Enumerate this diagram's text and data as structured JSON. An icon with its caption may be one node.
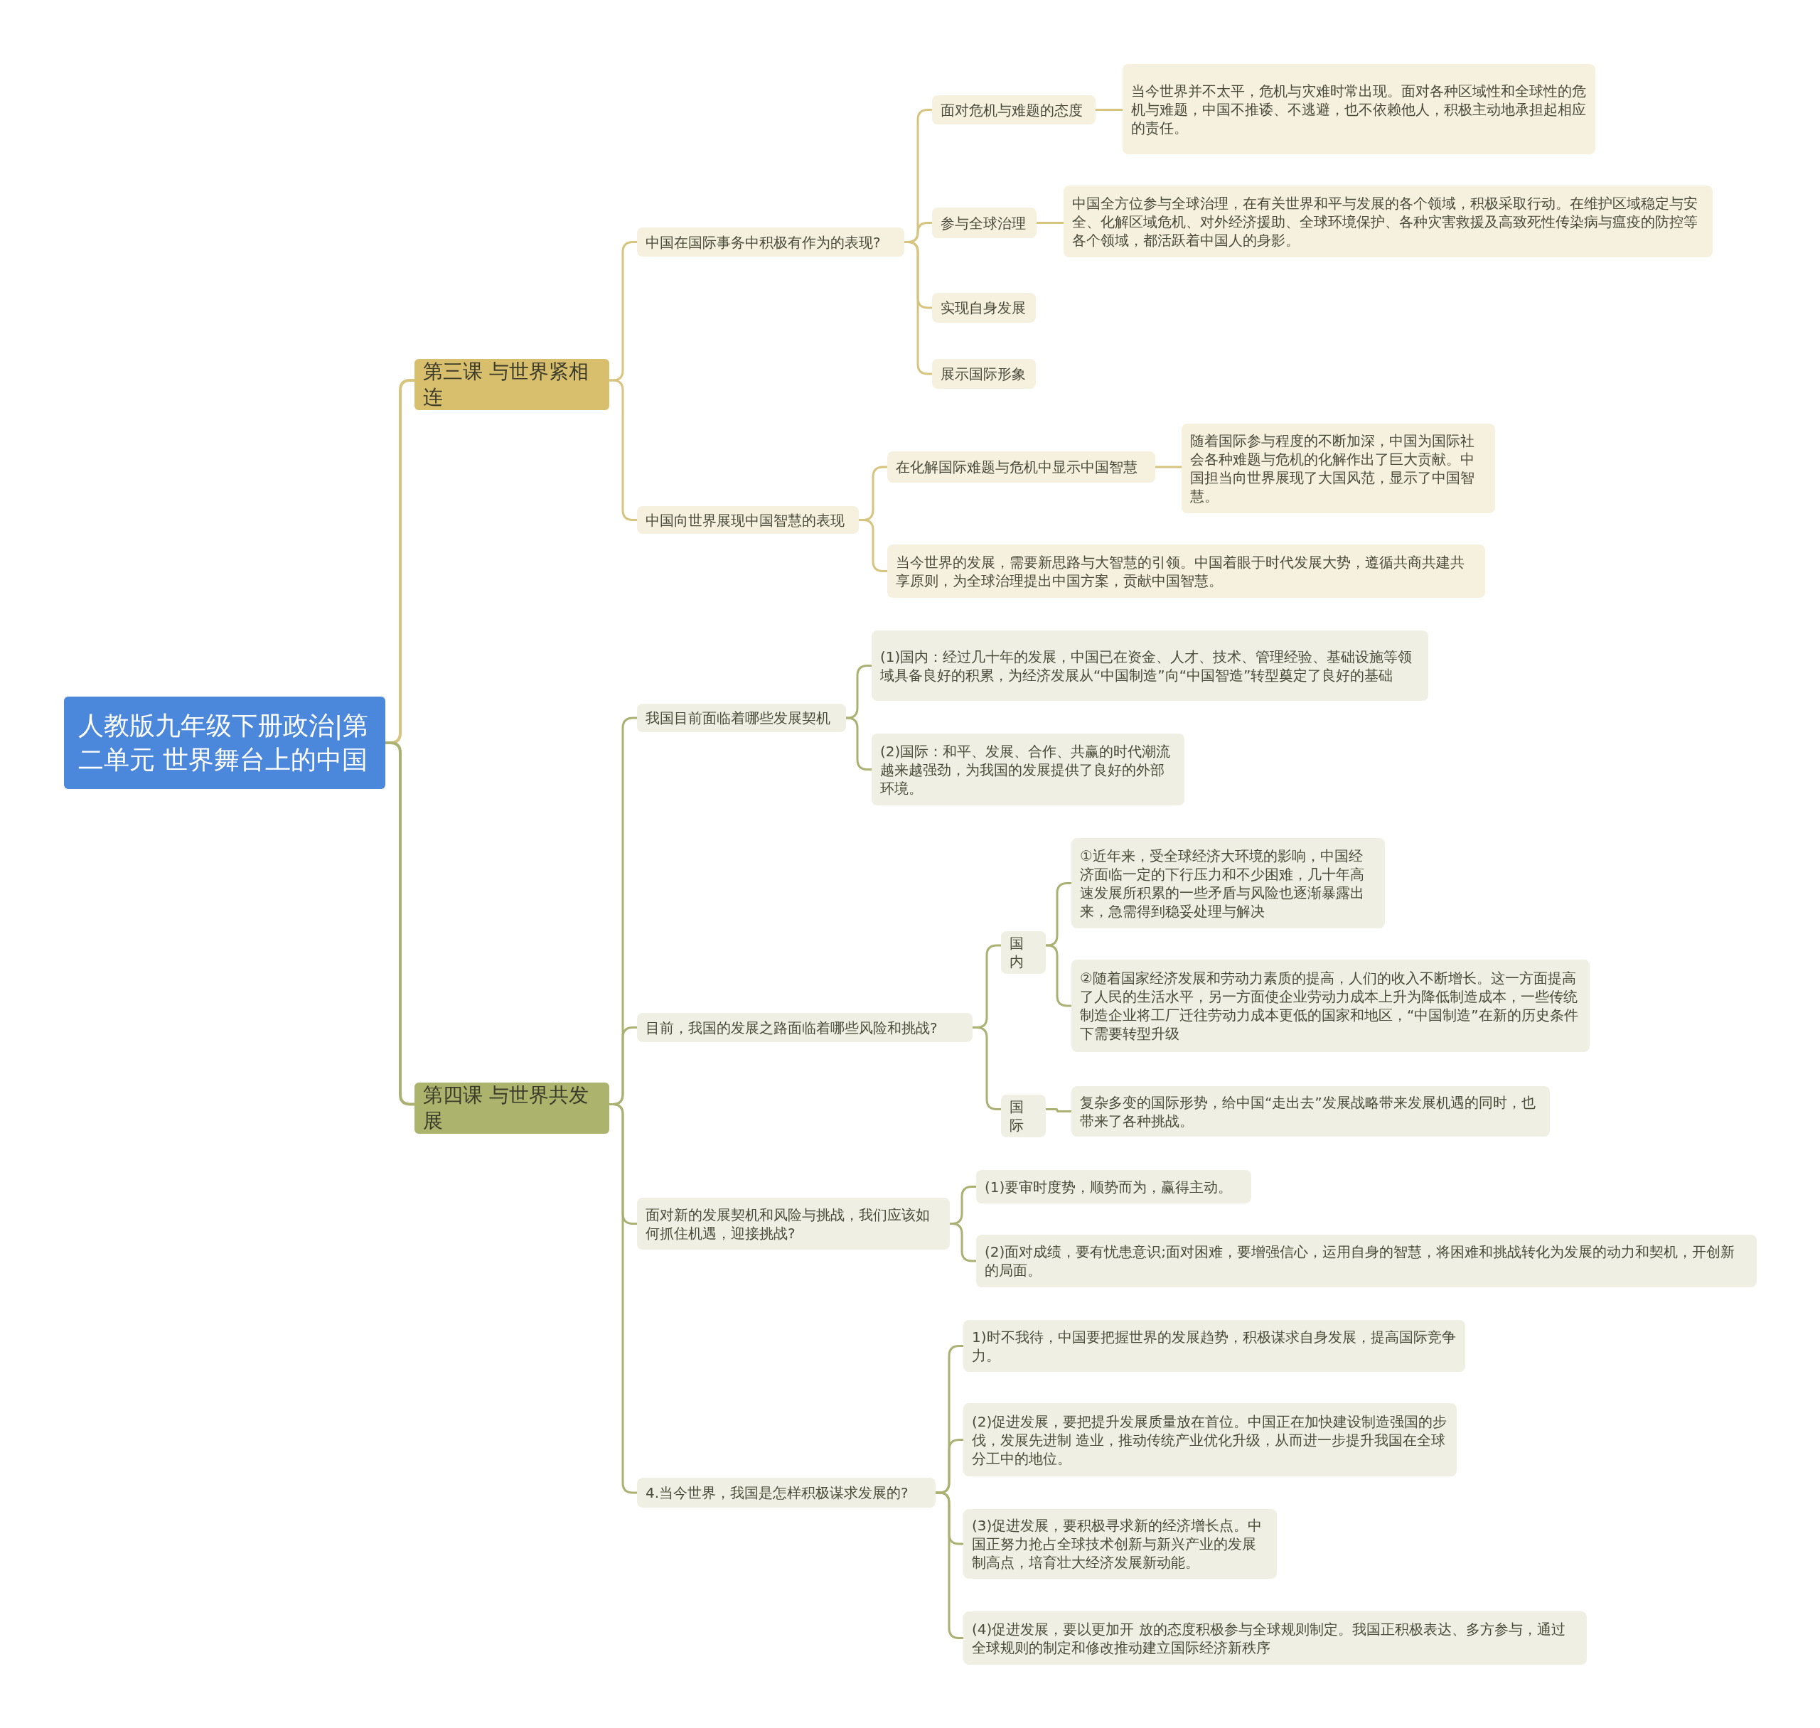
{
  "diagram": {
    "nodes": [
      {
        "text": [
          "人教版九年级下册政治|第二单元 世界舞台上的中国"
        ]
      },
      {
        "text": [
          "第三课 与世界紧相连"
        ]
      },
      {
        "text": [
          "中国在国际事务中积极有作为的表现?"
        ]
      },
      {
        "text": [
          "面对危机与难题的态度"
        ]
      },
      {
        "text": [
          "当今世界并不太平，危机与灾难时常出现。面对各种区域性和全球性的危机与难题，中国不推诿、不逃避，也不依赖他人，积极主动地承担起相应的责任。"
        ]
      },
      {
        "text": [
          "参与全球治理"
        ]
      },
      {
        "text": [
          "中国全方位参与全球治理，在有关世界和平与发展的各个领域，积极采取行动。在维护区域稳定与安全、化解区域危机、对外经济援助、全球环境保护、各种灾害救援及高致死性传染病与瘟疫的防控等各个领域，都活跃着中国人的身影。"
        ]
      },
      {
        "text": [
          "实现自身发展"
        ]
      },
      {
        "text": [
          "展示国际形象"
        ]
      },
      {
        "text": [
          "中国向世界展现中国智慧的表现"
        ]
      },
      {
        "text": [
          "在化解国际难题与危机中显示中国智慧"
        ]
      },
      {
        "text": [
          "随着国际参与程度的不断加深，中国为国际社会各种难题与危机的化解作出了巨大贡献。中国担当向世界展现了大国风范，显示了中国智慧。"
        ]
      },
      {
        "text": [
          "当今世界的发展，需要新思路与大智慧的引领。中国着眼于时代发展大势，遵循共商共建共享原则，为全球治理提出中国方案，贡献中国智慧。"
        ]
      },
      {
        "text": [
          "第四课 与世界共发展"
        ]
      },
      {
        "text": [
          "我国目前面临着哪些发展契机"
        ]
      },
      {
        "text": [
          "(1)国内：经过几十年的发展，中国已在资金、人才、技术、管理经验、基础设施等领域具备良好的积累，为经济发展从“中国制造”向“中国智造”转型奠定了良好的基础"
        ]
      },
      {
        "text": [
          "(2)国际：和平、发展、合作、共赢的时代潮流越来越强劲，为我国的发展提供了良好的外部环境。"
        ]
      },
      {
        "text": [
          "目前，我国的发展之路面临着哪些风险和挑战?"
        ]
      },
      {
        "text": [
          "国内"
        ]
      },
      {
        "text": [
          "①近年来，受全球经济大环境的影响，中国经济面临一定的下行压力和不少困难，几十年高速发展所积累的一些矛盾与风险也逐渐暴露出来，急需得到稳妥处理与解决"
        ]
      },
      {
        "text": [
          "②随着国家经济发展和劳动力素质的提高，人们的收入不断增长。这一方面提高了人民的生活水平，另一方面使企业劳动力成本上升为降低制造成本，一些传统制造企业将工厂迁往劳动力成本更低的国家和地区，“中国制造”在新的历史条件下需要转型升级"
        ]
      },
      {
        "text": [
          "国际"
        ]
      },
      {
        "text": [
          "复杂多变的国际形势，给中国“走出去”发展战略带来发展机遇的同时，也带来了各种挑战。"
        ]
      },
      {
        "text": [
          "面对新的发展契机和风险与挑战，我们应该如何抓住机遇，迎接挑战?"
        ]
      },
      {
        "text": [
          "(1)要审时度势，顺势而为，赢得主动。"
        ]
      },
      {
        "text": [
          "(2)面对成绩，要有忧患意识;面对困难，要增强信心，运用自身的智慧，将困难和挑战转化为发展的动力和契机，开创新的局面。"
        ]
      },
      {
        "text": [
          "4.当今世界，我国是怎样积极谋求发展的?"
        ]
      },
      {
        "text": [
          "1)时不我待，中国要把握世界的发展趋势，积极谋求自身发展，提高国际竞争力。"
        ]
      },
      {
        "text": [
          "(2)促进发展，要把提升发展质量放在首位。中国正在加快建设制造强国的步伐，发展先进制 造业，推动传统产业优化升级，从而进一步提升我国在全球分工中的地位。"
        ]
      },
      {
        "text": [
          "(3)促进发展，要积极寻求新的经济增长点。中国正努力抢占全球技术创新与新兴产业的发展制高点，培育壮大经济发展新动能。"
        ]
      },
      {
        "text": [
          "(4)促进发展，要以更加开 放的态度积极参与全球规则制定。我国正积极表达、多方参与，通过全球规则的制定和修改推动建立国际经济新秩序"
        ]
      }
    ],
    "edges": [
      {
        "from": 0,
        "to": 1,
        "arrow": "none"
      },
      {
        "from": 1,
        "to": 2,
        "arrow": "none"
      },
      {
        "from": 2,
        "to": 3,
        "arrow": "none"
      },
      {
        "from": 3,
        "to": 4,
        "arrow": "none"
      },
      {
        "from": 2,
        "to": 5,
        "arrow": "none"
      },
      {
        "from": 5,
        "to": 6,
        "arrow": "none"
      },
      {
        "from": 2,
        "to": 7,
        "arrow": "none"
      },
      {
        "from": 2,
        "to": 8,
        "arrow": "none"
      },
      {
        "from": 1,
        "to": 9,
        "arrow": "none"
      },
      {
        "from": 9,
        "to": 10,
        "arrow": "none"
      },
      {
        "from": 10,
        "to": 11,
        "arrow": "none"
      },
      {
        "from": 9,
        "to": 12,
        "arrow": "none"
      },
      {
        "from": 0,
        "to": 13,
        "arrow": "none"
      },
      {
        "from": 13,
        "to": 14,
        "arrow": "none"
      },
      {
        "from": 14,
        "to": 15,
        "arrow": "none"
      },
      {
        "from": 14,
        "to": 16,
        "arrow": "none"
      },
      {
        "from": 13,
        "to": 17,
        "arrow": "none"
      },
      {
        "from": 17,
        "to": 18,
        "arrow": "none"
      },
      {
        "from": 18,
        "to": 19,
        "arrow": "none"
      },
      {
        "from": 18,
        "to": 20,
        "arrow": "none"
      },
      {
        "from": 17,
        "to": 21,
        "arrow": "none"
      },
      {
        "from": 21,
        "to": 22,
        "arrow": "none"
      },
      {
        "from": 13,
        "to": 23,
        "arrow": "none"
      },
      {
        "from": 23,
        "to": 24,
        "arrow": "none"
      },
      {
        "from": 23,
        "to": 25,
        "arrow": "none"
      },
      {
        "from": 13,
        "to": 26,
        "arrow": "none"
      },
      {
        "from": 26,
        "to": 27,
        "arrow": "none"
      },
      {
        "from": 26,
        "to": 28,
        "arrow": "none"
      },
      {
        "from": 26,
        "to": 29,
        "arrow": "none"
      },
      {
        "from": 26,
        "to": 30,
        "arrow": "none"
      }
    ]
  }
}
